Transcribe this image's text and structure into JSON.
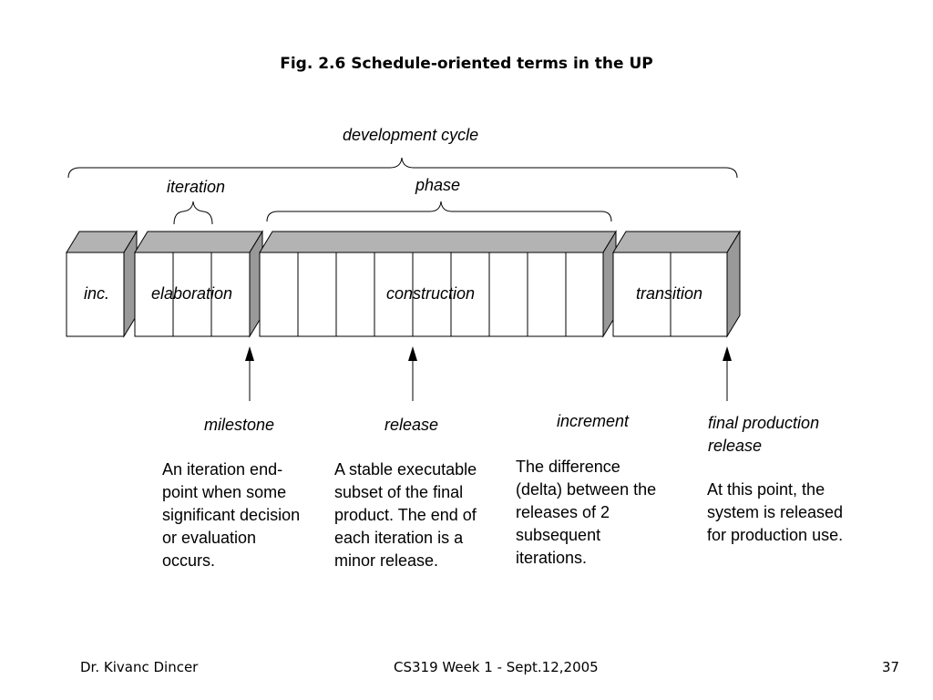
{
  "title": "Fig. 2.6 Schedule-oriented terms in the UP",
  "labels": {
    "development_cycle": "development cycle",
    "iteration": "iteration",
    "phase": "phase"
  },
  "phases": [
    "inc.",
    "elaboration",
    "construction",
    "transition"
  ],
  "terms": [
    {
      "name": "milestone",
      "description": "An iteration end-point when some significant decision or evaluation occurs."
    },
    {
      "name": "release",
      "description": "A stable executable subset of the final product. The end of each iteration is a minor release."
    },
    {
      "name": "increment",
      "description": "The difference (delta) between the releases of 2 subsequent iterations."
    },
    {
      "name": "final production release",
      "description": "At this point, the system is released for production use."
    }
  ],
  "footer": {
    "author": "Dr. Kivanc Dincer",
    "course": "CS319 Week 1 - Sept.12,2005",
    "page": "37"
  },
  "colors": {
    "block_top": "#b3b3b3",
    "block_side": "#999999",
    "line": "#000000"
  }
}
